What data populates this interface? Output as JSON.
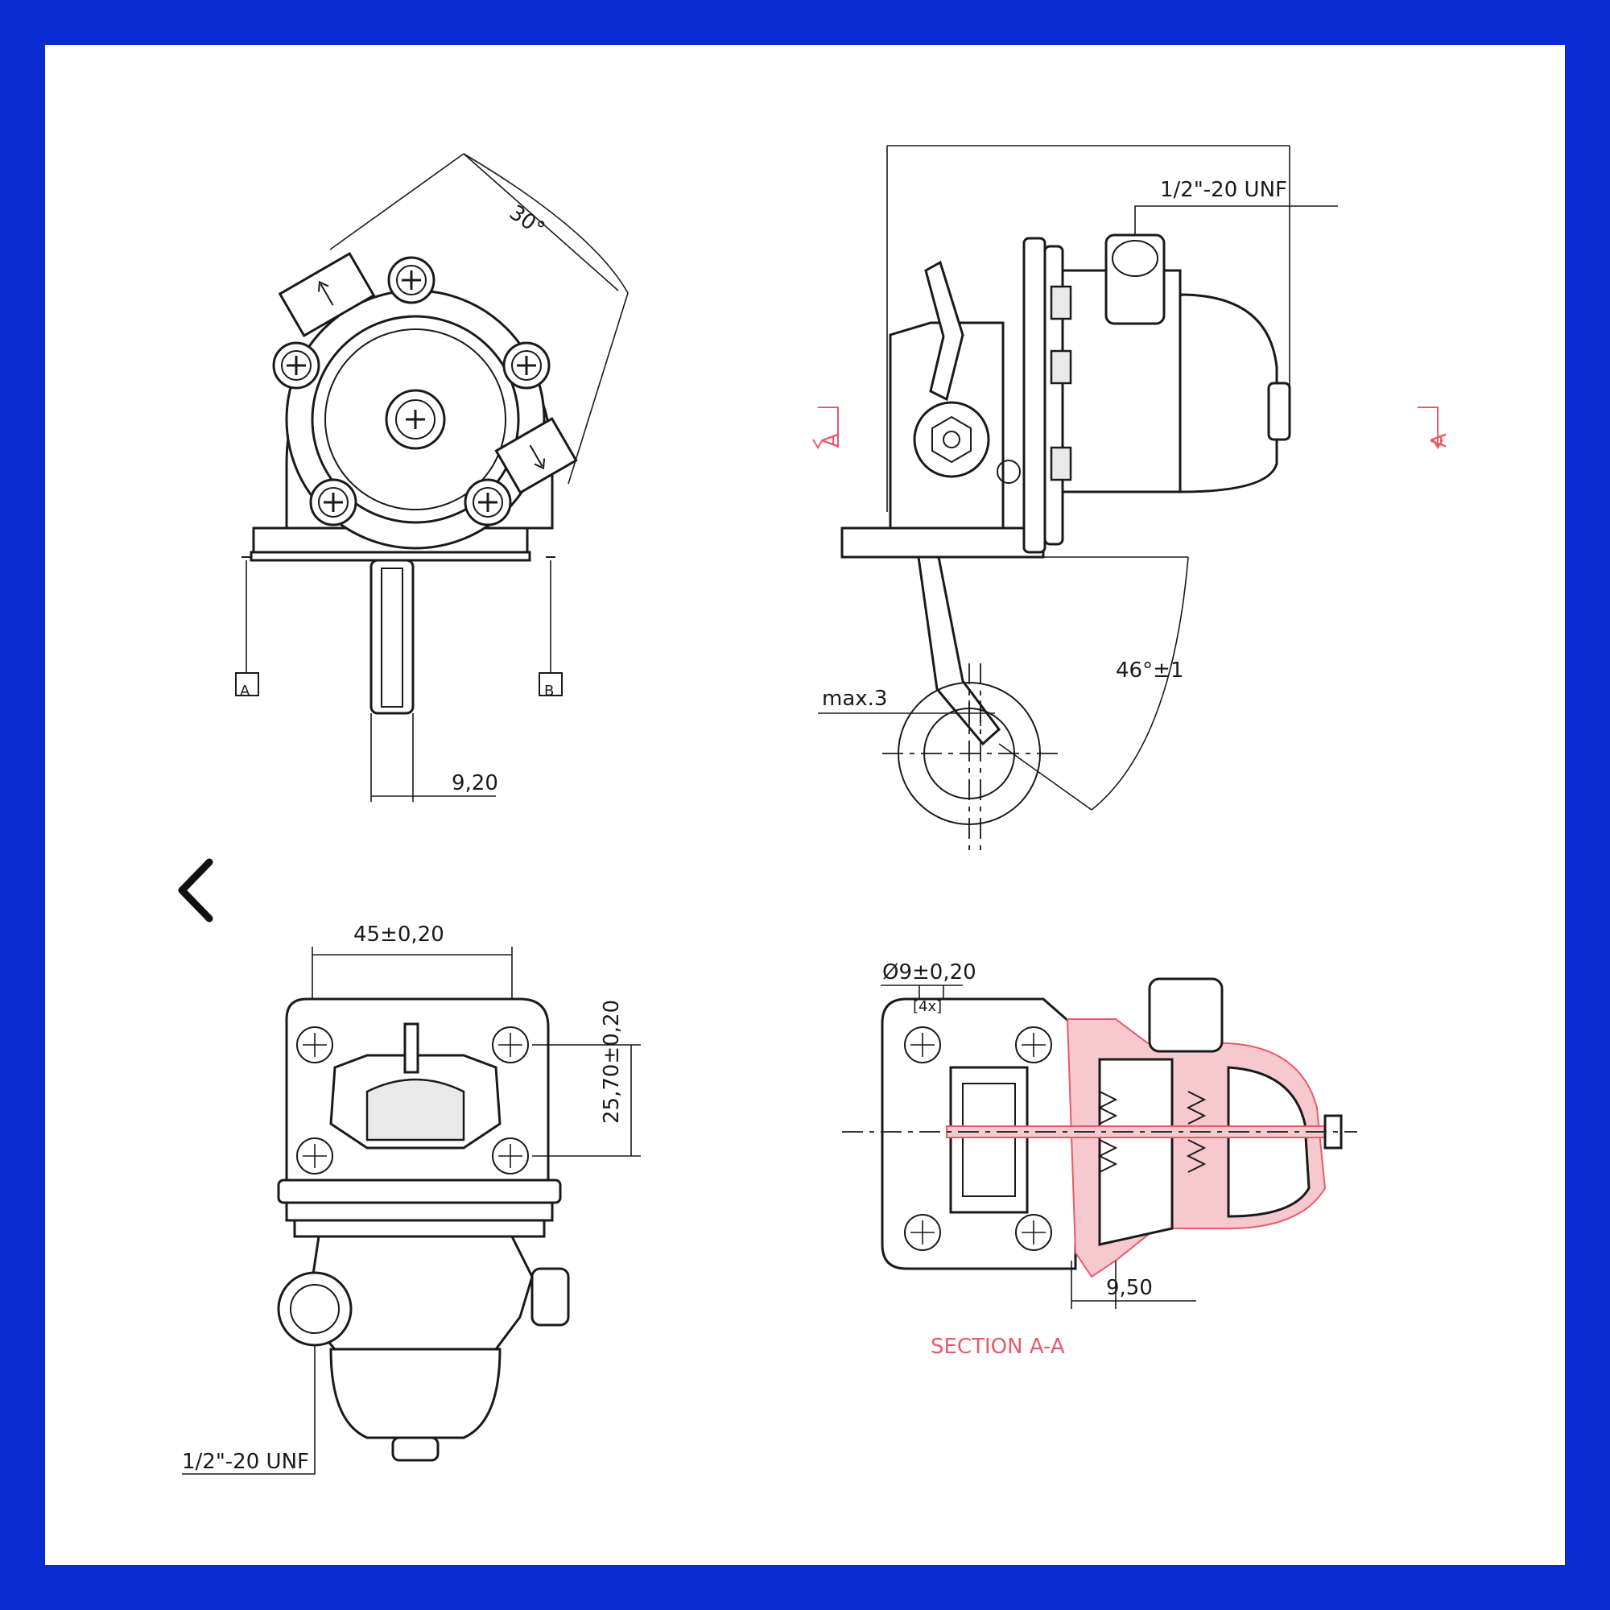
{
  "dimensions": {
    "angle_top": "30°",
    "thread_top": "1/2\"-20 UNF",
    "datum_a": "A",
    "datum_b": "B",
    "width_920": "9,20",
    "max3": "max.3",
    "angle_46": "46°±1",
    "width_45": "45±0,20",
    "height_257": "25,70±0,20",
    "thread_bottom": "1/2\"-20 UNF",
    "dia_9": "Ø9±0,20",
    "count_4x": "[4x]",
    "width_950": "9,50",
    "section_label": "SECTION A-A",
    "section_marker_left": "A",
    "section_marker_right": "A"
  },
  "colors": {
    "border": "#0a2bd1",
    "section": "#e85a6a"
  },
  "icons": {
    "back": "chevron-left-icon"
  }
}
